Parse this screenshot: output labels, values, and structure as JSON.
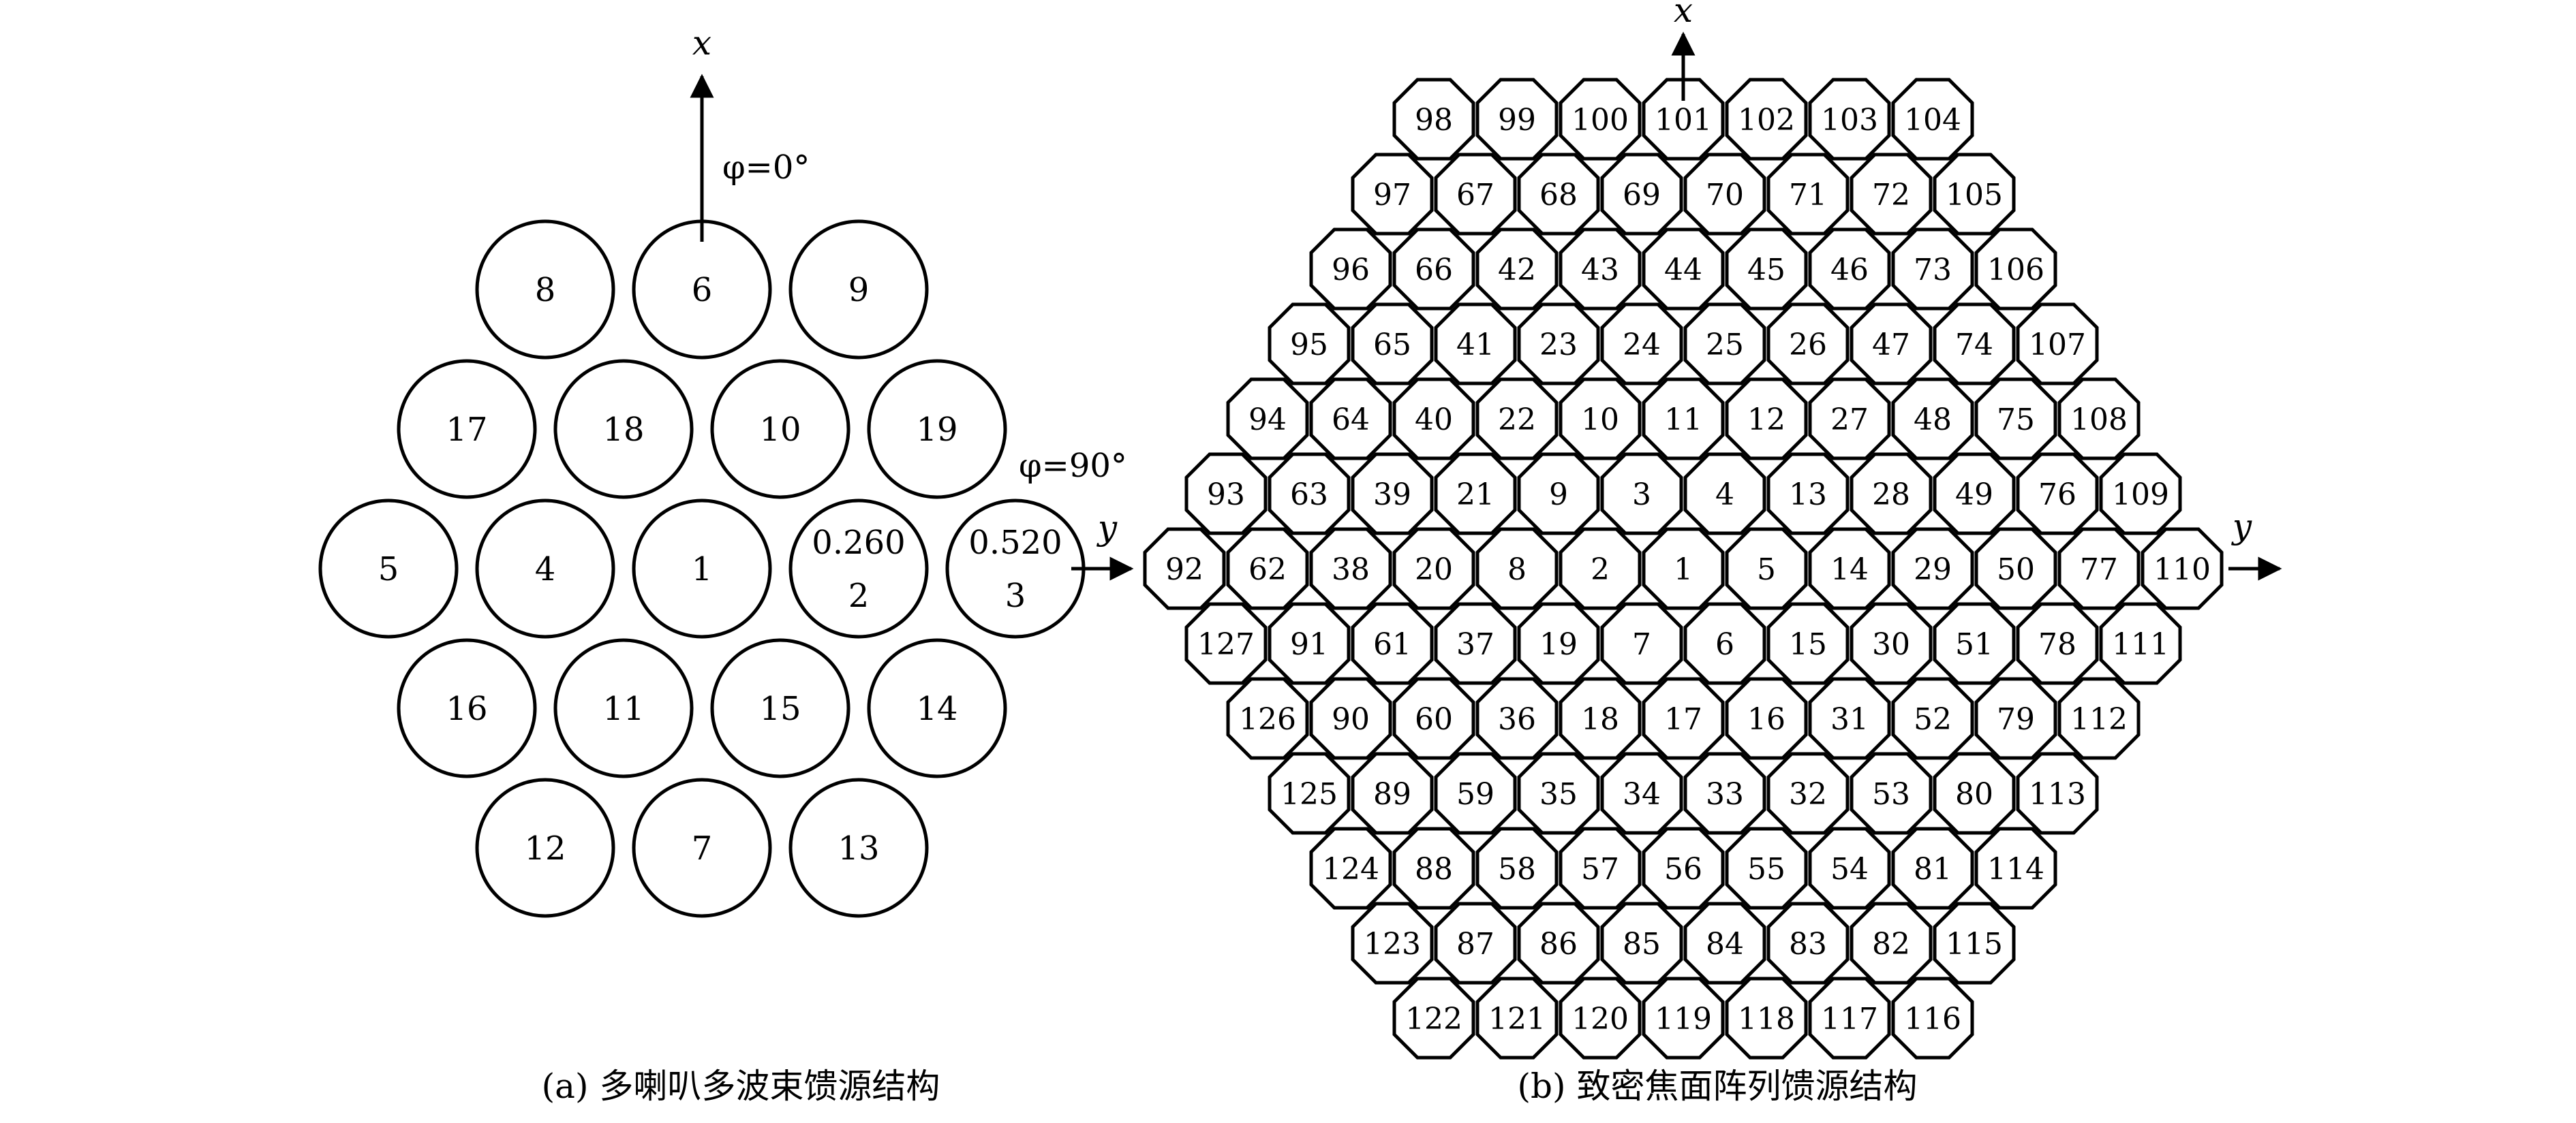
{
  "panel_a": {
    "caption": "(a) 多喇叭多波束馈源结构",
    "x_axis_label": "x",
    "y_axis_label": "y",
    "phi_0_label": "φ=0°",
    "phi_90_label": "φ=90°",
    "horns": [
      {
        "lines": [
          "8"
        ]
      },
      {
        "lines": [
          "6"
        ]
      },
      {
        "lines": [
          "9"
        ]
      },
      {
        "lines": [
          "17"
        ]
      },
      {
        "lines": [
          "18"
        ]
      },
      {
        "lines": [
          "10"
        ]
      },
      {
        "lines": [
          "19"
        ]
      },
      {
        "lines": [
          "5"
        ]
      },
      {
        "lines": [
          "4"
        ]
      },
      {
        "lines": [
          "1"
        ]
      },
      {
        "lines": [
          "0.260",
          "2"
        ]
      },
      {
        "lines": [
          "0.520",
          "3"
        ]
      },
      {
        "lines": [
          "16"
        ]
      },
      {
        "lines": [
          "11"
        ]
      },
      {
        "lines": [
          "15"
        ]
      },
      {
        "lines": [
          "14"
        ]
      },
      {
        "lines": [
          "12"
        ]
      },
      {
        "lines": [
          "7"
        ]
      },
      {
        "lines": [
          "13"
        ]
      }
    ]
  },
  "panel_b": {
    "caption": "(b) 致密焦面阵列馈源结构",
    "x_axis_label": "x",
    "y_axis_label": "y",
    "rows": [
      [
        "98",
        "99",
        "100",
        "101",
        "102",
        "103",
        "104"
      ],
      [
        "97",
        "67",
        "68",
        "69",
        "70",
        "71",
        "72",
        "105"
      ],
      [
        "96",
        "66",
        "42",
        "43",
        "44",
        "45",
        "46",
        "73",
        "106"
      ],
      [
        "95",
        "65",
        "41",
        "23",
        "24",
        "25",
        "26",
        "47",
        "74",
        "107"
      ],
      [
        "94",
        "64",
        "40",
        "22",
        "10",
        "11",
        "12",
        "27",
        "48",
        "75",
        "108"
      ],
      [
        "93",
        "63",
        "39",
        "21",
        "9",
        "3",
        "4",
        "13",
        "28",
        "49",
        "76",
        "109"
      ],
      [
        "92",
        "62",
        "38",
        "20",
        "8",
        "2",
        "1",
        "5",
        "14",
        "29",
        "50",
        "77",
        "110"
      ],
      [
        "127",
        "91",
        "61",
        "37",
        "19",
        "7",
        "6",
        "15",
        "30",
        "51",
        "78",
        "111"
      ],
      [
        "126",
        "90",
        "60",
        "36",
        "18",
        "17",
        "16",
        "31",
        "52",
        "79",
        "112"
      ],
      [
        "125",
        "89",
        "59",
        "35",
        "34",
        "33",
        "32",
        "53",
        "80",
        "113"
      ],
      [
        "124",
        "88",
        "58",
        "57",
        "56",
        "55",
        "54",
        "81",
        "114"
      ],
      [
        "123",
        "87",
        "86",
        "85",
        "84",
        "83",
        "82",
        "115"
      ],
      [
        "122",
        "121",
        "120",
        "119",
        "118",
        "117",
        "116"
      ]
    ]
  }
}
